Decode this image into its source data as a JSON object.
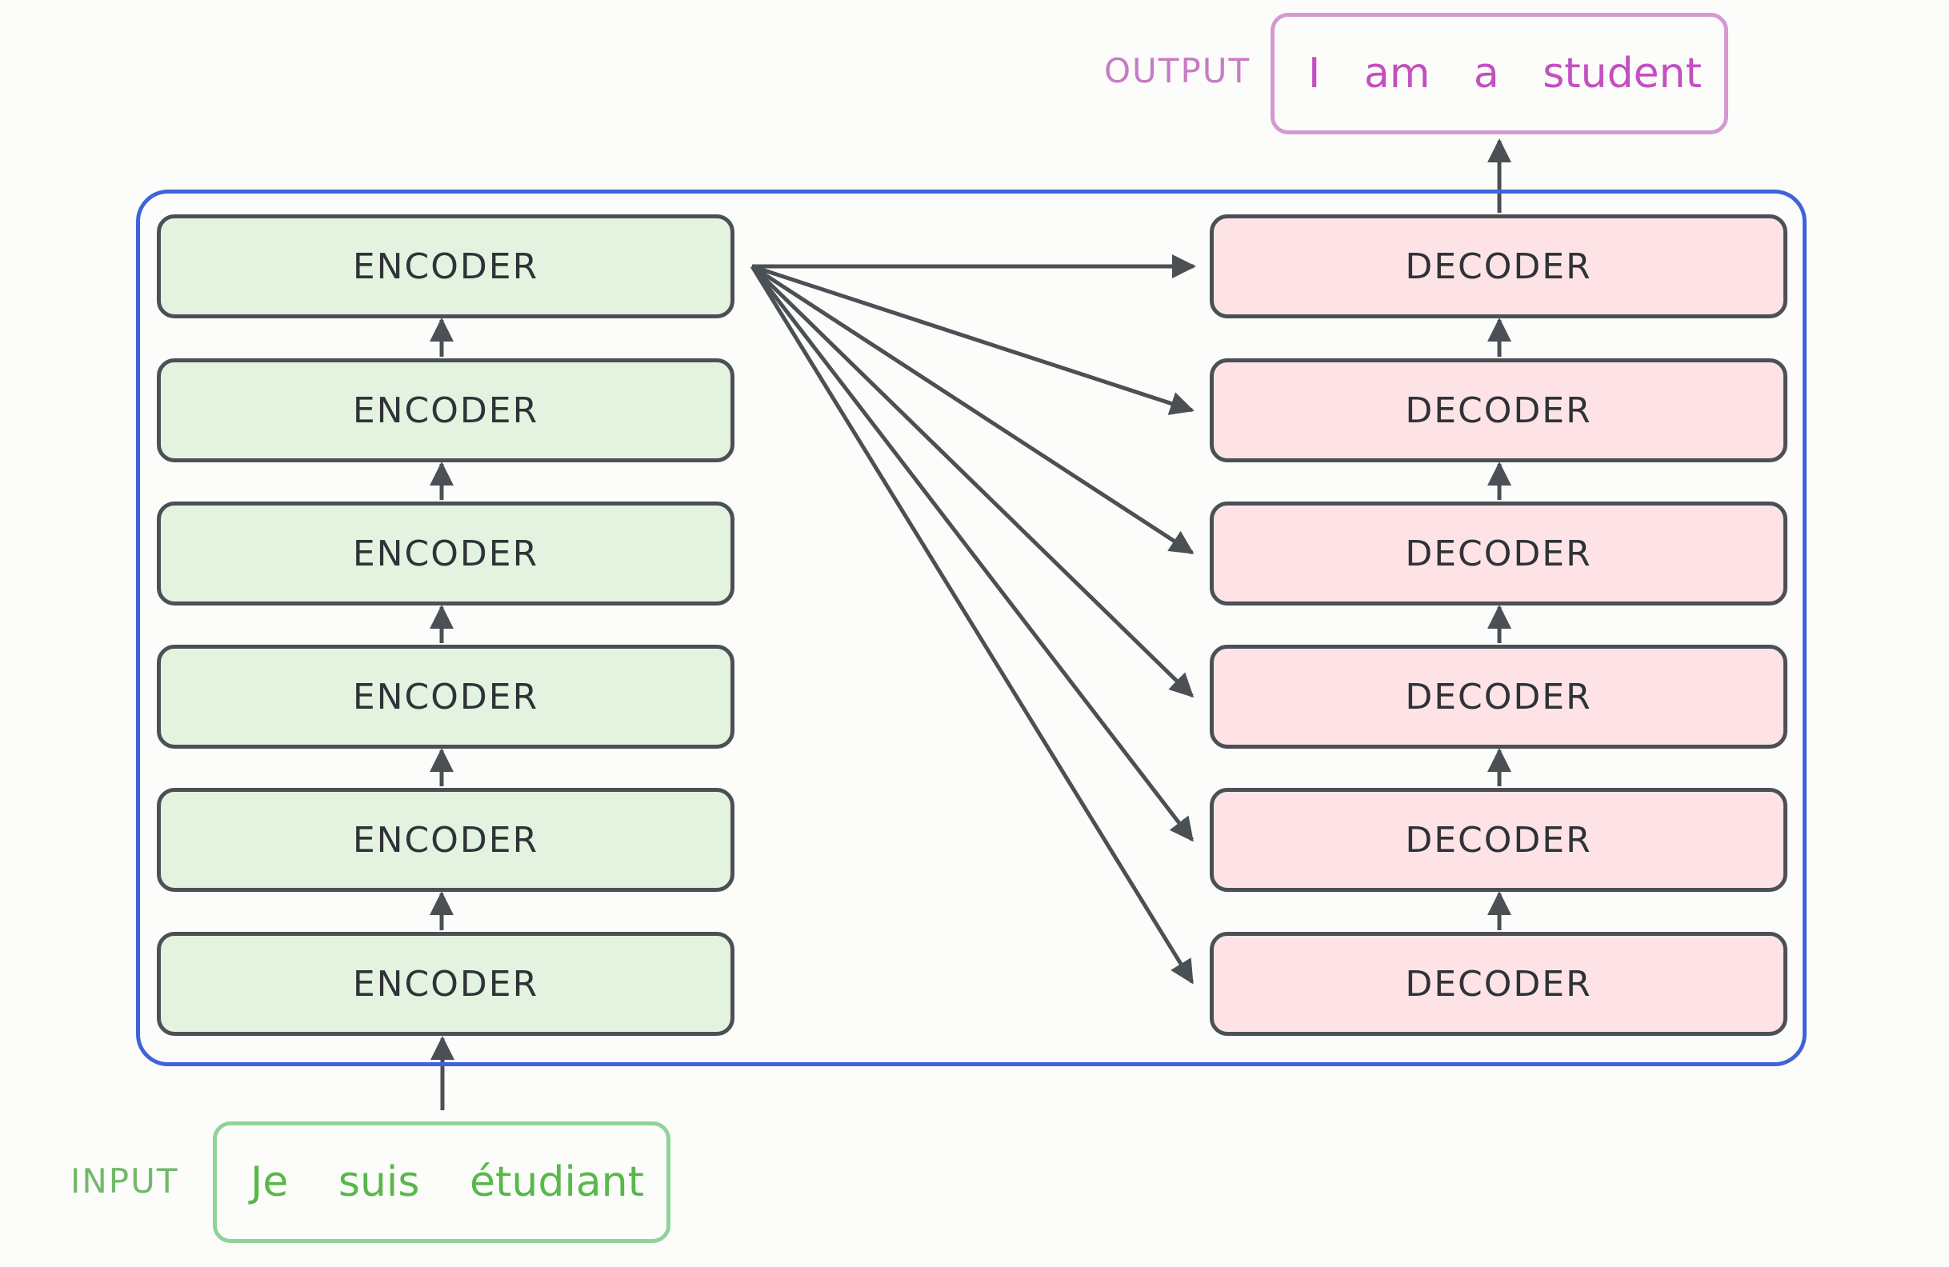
{
  "input": {
    "label": "INPUT",
    "words": [
      "Je",
      "suis",
      "étudiant"
    ]
  },
  "output": {
    "label": "OUTPUT",
    "words": [
      "I",
      "am",
      "a",
      "student"
    ]
  },
  "encoders": [
    "ENCODER",
    "ENCODER",
    "ENCODER",
    "ENCODER",
    "ENCODER",
    "ENCODER"
  ],
  "decoders": [
    "DECODER",
    "DECODER",
    "DECODER",
    "DECODER",
    "DECODER",
    "DECODER"
  ],
  "colors": {
    "frame": "#3f63d8",
    "encoder_fill": "#e3f3df",
    "decoder_fill": "#fde3e6",
    "block_border": "#4b5055",
    "arrow": "#4b5055",
    "input_text": "#58b84a",
    "input_border": "#8fd29a",
    "output_text": "#c34fc0",
    "output_border": "#d49ad0"
  }
}
